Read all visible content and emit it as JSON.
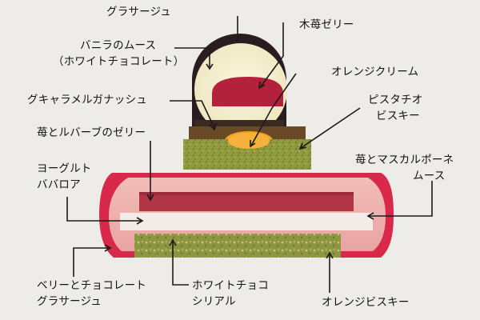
{
  "labels": {
    "mirror_glaze": "グラサージュ",
    "raspberry_jelly": "木苺ゼリー",
    "vanilla_mousse_1": "バニラのムース",
    "vanilla_mousse_2": "（ホワイトチョコレート）",
    "orange_cream": "オレンジクリーム",
    "caramel_ganache": "グキャラメルガナッシュ",
    "pistachio_biscuit_1": "ピスタチオ",
    "pistachio_biscuit_2": "ビスキー",
    "strawberry_rhubarb_jelly": "苺とルバーブのゼリー",
    "strawberry_mascarpone_1": "苺とマスカルポーネ",
    "strawberry_mascarpone_2": "ムース",
    "yogurt_bavarois_1": "ヨーグルト",
    "yogurt_bavarois_2": "ババロア",
    "berry_choco_glaze_1": "ベリーとチョコレート",
    "berry_choco_glaze_2": "グラサージュ",
    "white_choco_cereal_1": "ホワイトチョコ",
    "white_choco_cereal_2": "シリアル",
    "orange_biscuit": "オレンジビスキー"
  },
  "colors": {
    "background": "#eeece8",
    "glaze_dark": "#2a1d20",
    "vanilla_mousse": "#f3edcf",
    "raspberry_jelly": "#b3213c",
    "pistachio_biscuit": "#8f9a3e",
    "orange_cream": "#f1a321",
    "pink_glaze": "#d8294a",
    "pink_mousse": "#efb3b1",
    "strawberry_jelly": "#b23546",
    "yogurt_bavarois": "#f3ece6",
    "arrow": "#1b1b1b"
  }
}
